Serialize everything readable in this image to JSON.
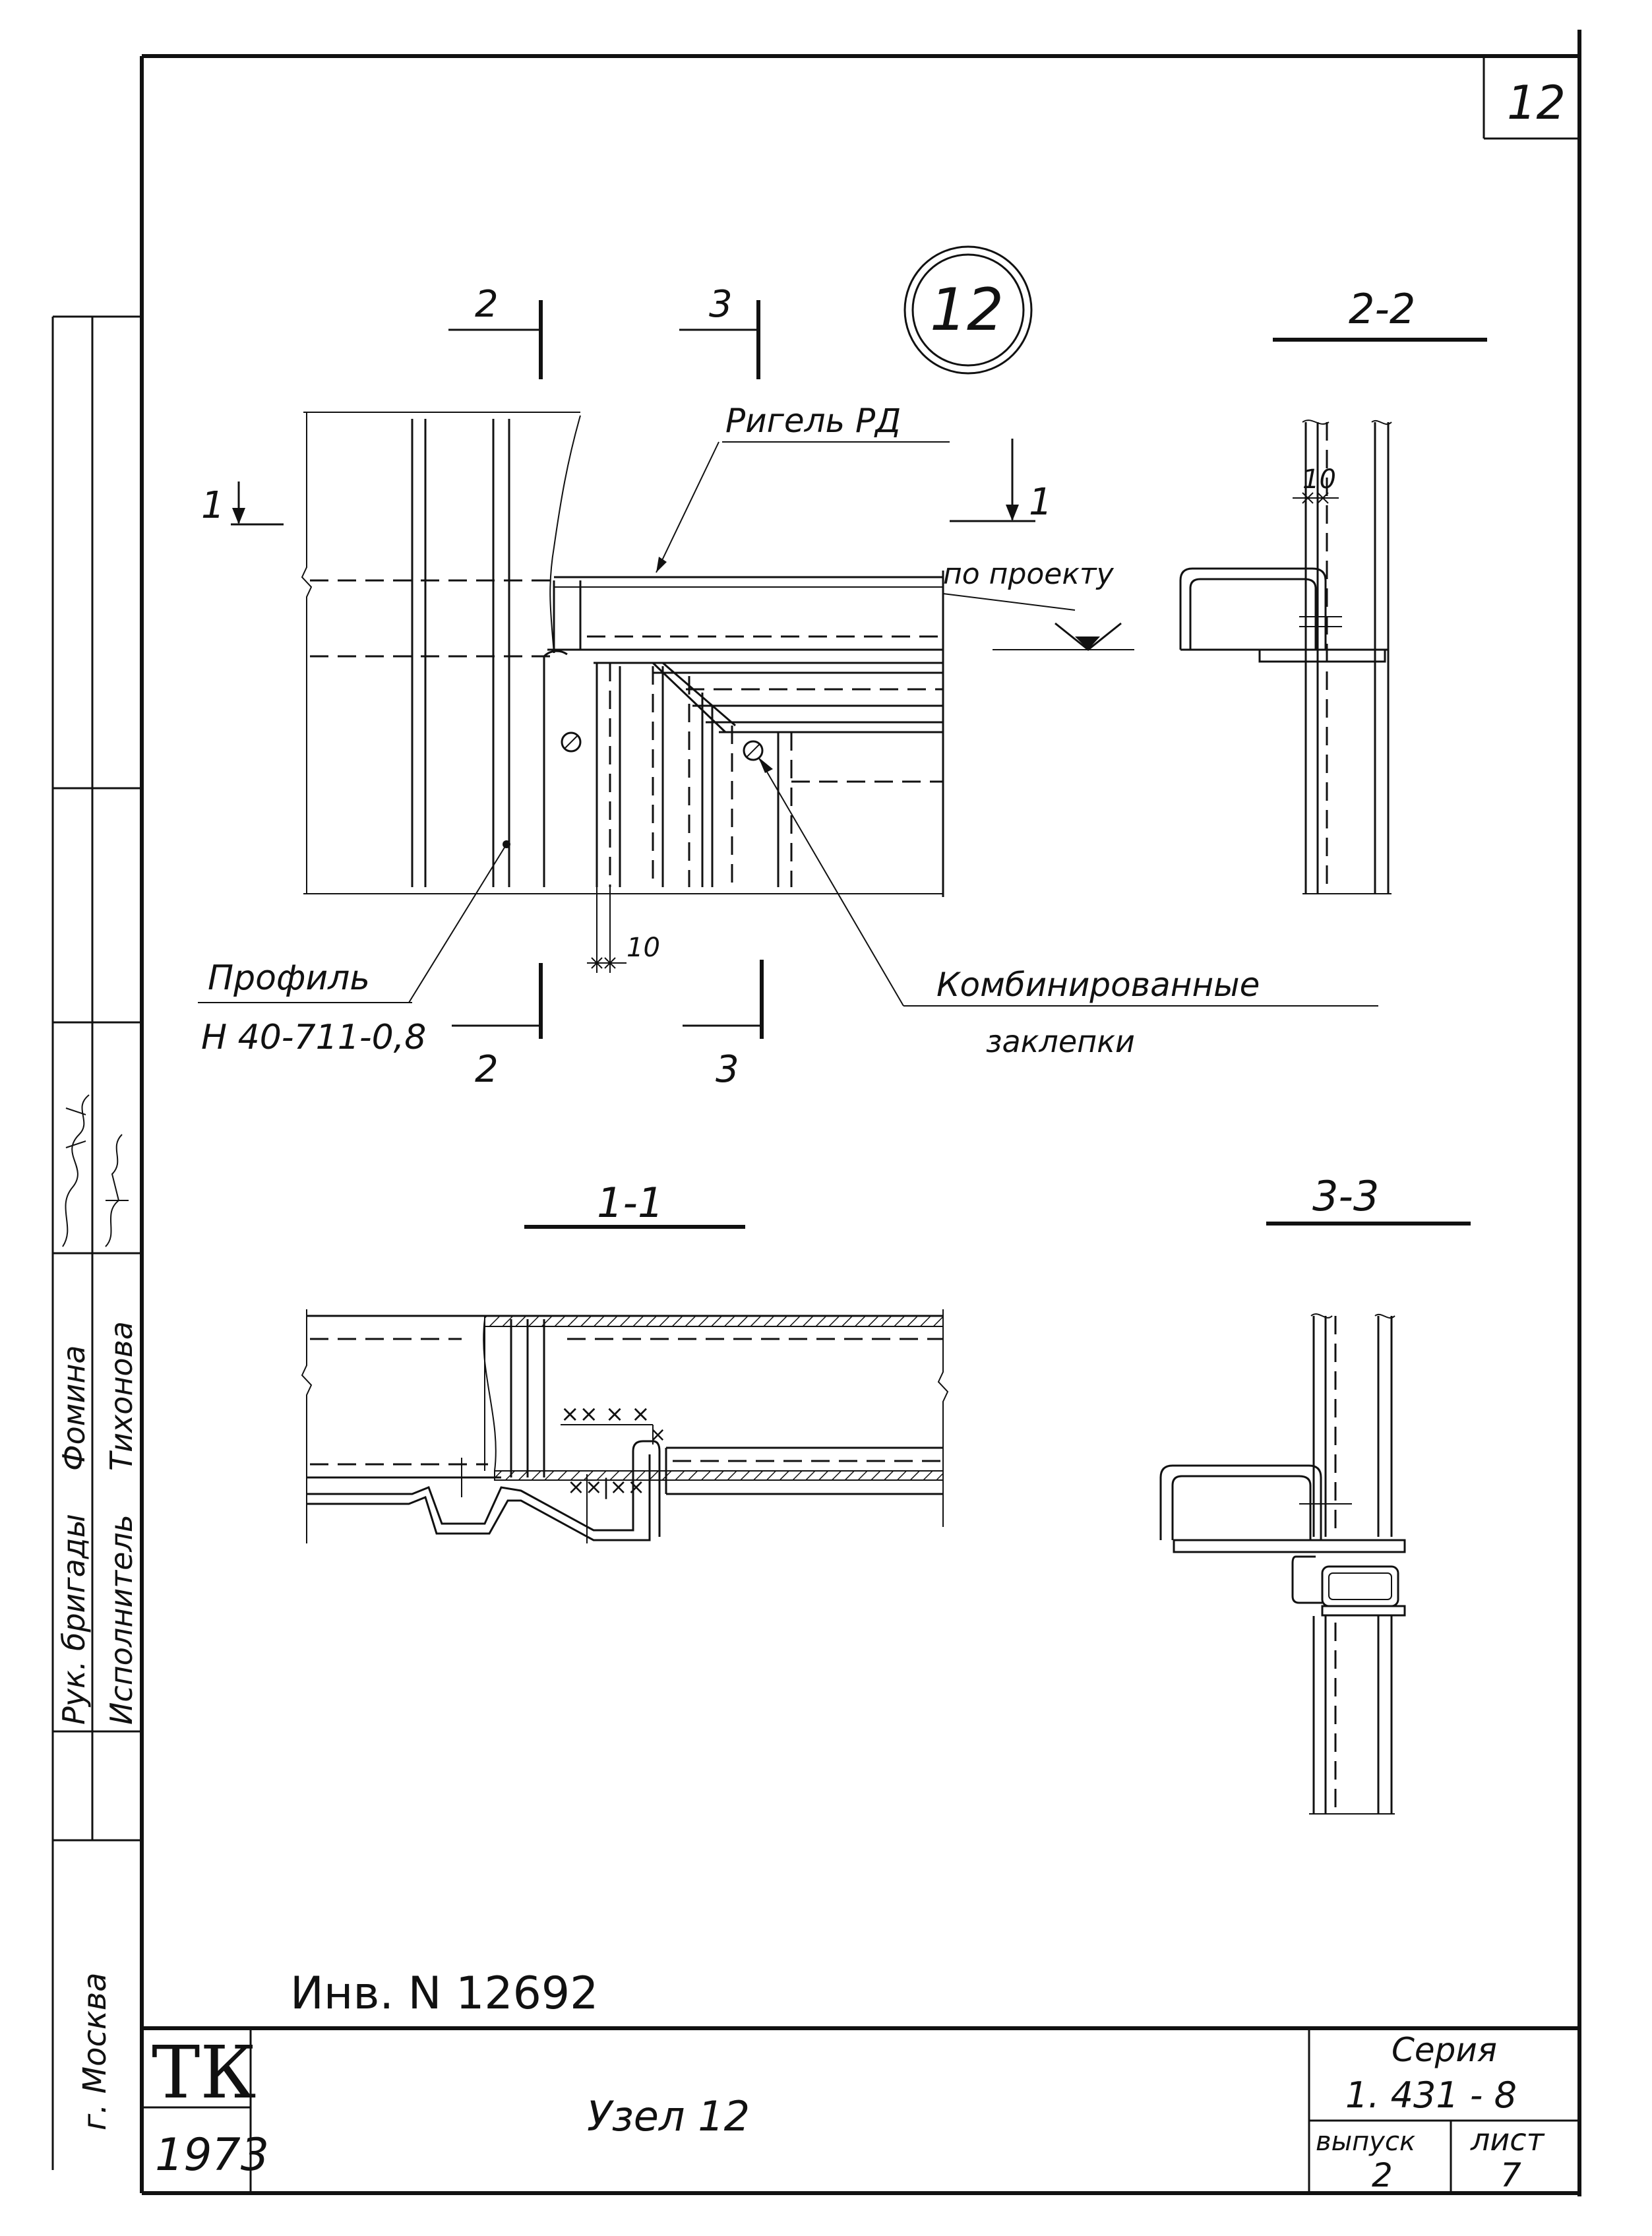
{
  "sheet_number": "12",
  "node_number": "12",
  "main_view": {
    "label_rigel": "Ригель РД",
    "label_profile": "Профиль",
    "label_profile_code": "Н 40-711-0,8",
    "label_rivets_1": "Комбинированные",
    "label_rivets_2": "заклепки",
    "label_weld": "по проекту",
    "dim_10": "10",
    "section_1": "1",
    "section_2": "2",
    "section_3": "3"
  },
  "section_titles": {
    "s22": "2-2",
    "s11": "1-1",
    "s33": "3-3"
  },
  "side_stamp": {
    "role_1": "Рук. бригады",
    "name_1": "Фомина",
    "role_2": "Исполнитель",
    "name_2": "Тихонова",
    "city": "г. Москва"
  },
  "inventory": "Инв. N 12692",
  "title_block": {
    "org": "ТК",
    "year": "1973",
    "title": "Узел 12",
    "series_label": "Серия",
    "series_value": "1. 431 - 8",
    "issue_label": "выпуск",
    "issue_value": "2",
    "sheet_label": "лист",
    "sheet_value": "7"
  }
}
